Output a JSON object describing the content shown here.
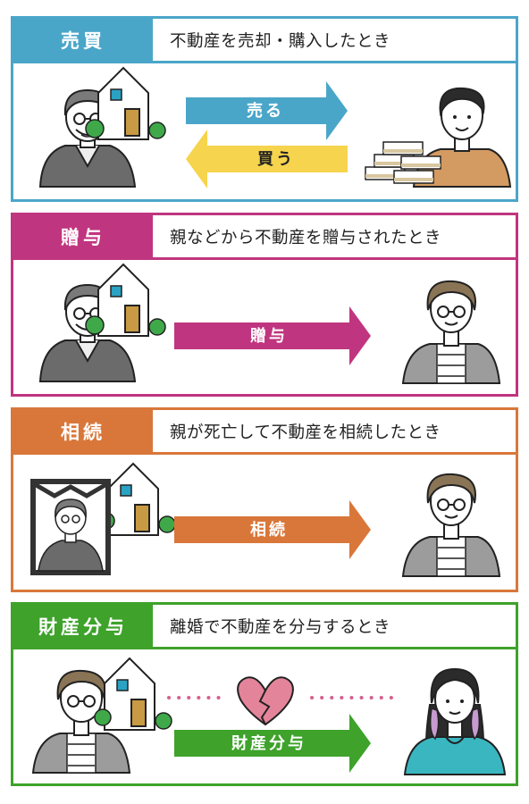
{
  "panels": [
    {
      "id": "sale",
      "tag": "売買",
      "headline": "不動産を売却・購入したとき",
      "color": "#4aa6c9",
      "arrows": [
        {
          "label": "売る",
          "direction": "right",
          "color": "#4aa6c9"
        },
        {
          "label": "買う",
          "direction": "left",
          "color": "#f6d44d"
        }
      ]
    },
    {
      "id": "gift",
      "tag": "贈与",
      "headline": "親などから不動産を贈与されたとき",
      "color": "#c0357f",
      "arrows": [
        {
          "label": "贈与",
          "direction": "right",
          "color": "#c0357f"
        }
      ]
    },
    {
      "id": "inheritance",
      "tag": "相続",
      "headline": "親が死亡して不動産を相続したとき",
      "color": "#d9773a",
      "arrows": [
        {
          "label": "相続",
          "direction": "right",
          "color": "#d9773a"
        }
      ]
    },
    {
      "id": "divorce",
      "tag": "財産分与",
      "headline": "離婚で不動産を分与するとき",
      "color": "#3ea22b",
      "arrows": [
        {
          "label": "財産分与",
          "direction": "right",
          "color": "#3ea22b"
        }
      ]
    }
  ],
  "icons": [
    "father-icon",
    "house-icon",
    "son-icon",
    "money-stack-icon",
    "memorial-frame-icon",
    "broken-heart-icon",
    "woman-icon"
  ]
}
